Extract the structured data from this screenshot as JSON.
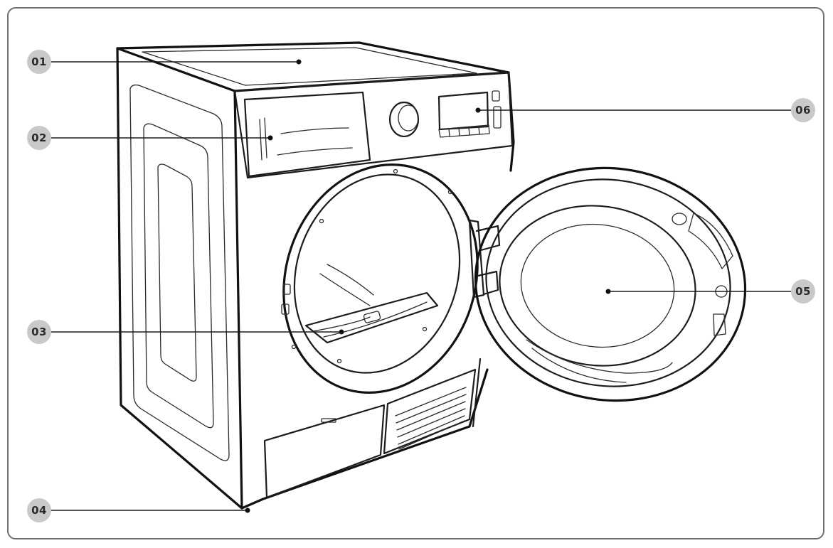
{
  "colors": {
    "badge": "#c9c9c9",
    "line": "#1a1a1a",
    "frame": "#6f6f6f"
  },
  "callouts": [
    {
      "id": "01",
      "label": "01"
    },
    {
      "id": "02",
      "label": "02"
    },
    {
      "id": "03",
      "label": "03"
    },
    {
      "id": "04",
      "label": "04"
    },
    {
      "id": "05",
      "label": "05"
    },
    {
      "id": "06",
      "label": "06"
    }
  ]
}
